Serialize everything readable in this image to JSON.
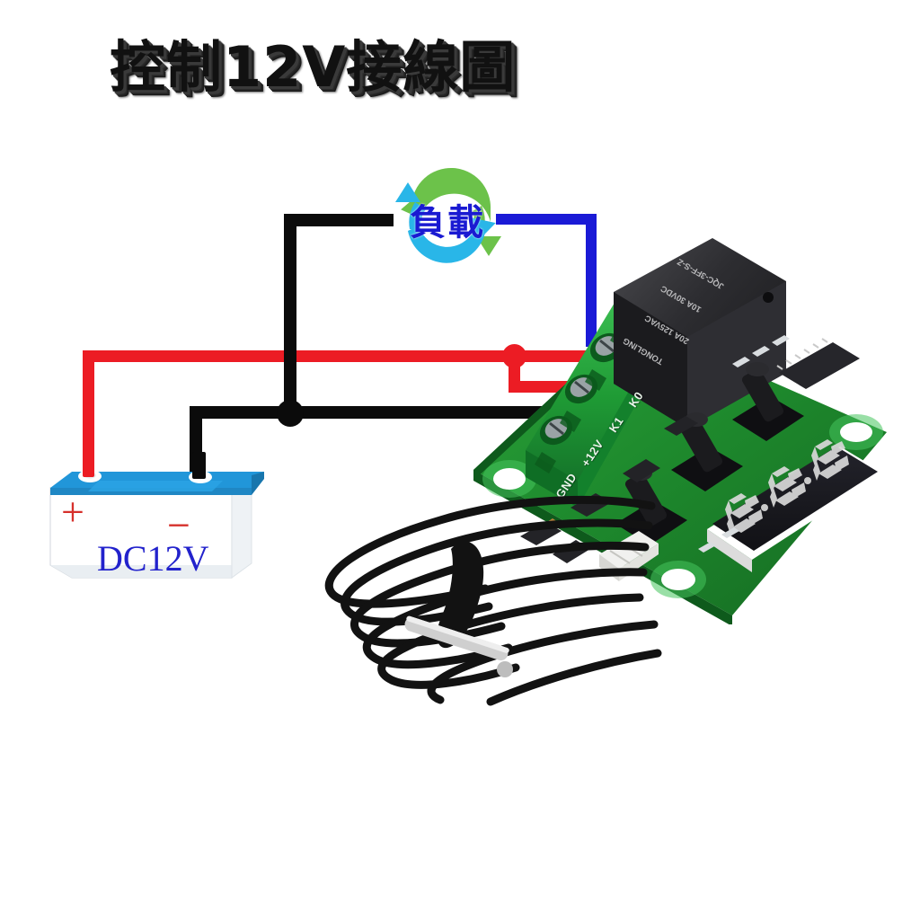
{
  "title": "控制12V接線圖",
  "load": {
    "label": "負載",
    "icon": "recycle-arrows-icon",
    "colors": {
      "green": "#6cc24a",
      "cyan": "#29b6e8",
      "text": "#1a1ad2"
    }
  },
  "battery": {
    "label": "DC12V",
    "plus": "+",
    "minus": "−",
    "body_color": "#ffffff",
    "top_color": "#2196d9",
    "label_color": "#2222cc",
    "sign_color": "#d6302b"
  },
  "wires": [
    {
      "name": "positive-wire",
      "color": "#ec1c24",
      "from": "battery +",
      "to": "+12V / K0 terminals"
    },
    {
      "name": "negative-wire",
      "color": "#0b0b0b",
      "from": "battery −",
      "to": "GND terminal"
    },
    {
      "name": "load-return-wire",
      "color": "#1a1ad6",
      "from": "load",
      "to": "K1 terminal"
    }
  ],
  "pcb": {
    "name": "W1209 digital thermostat module",
    "board_color": "#1f8b2f",
    "terminal_block_color": "#1f9b35",
    "silkscreen": [
      "GND",
      "+12V",
      "K1",
      "K0"
    ],
    "relay": {
      "brand": "TONGLING",
      "lines": [
        "TONGLING",
        "20A 125VAC",
        "10A 30VDC",
        "JQC-3FF-S-Z"
      ]
    },
    "display": {
      "type": "3-digit 7-segment LED",
      "state": "off",
      "digits": [
        "8",
        "8",
        "8"
      ],
      "bezel_color": "#1b1b22",
      "segment_color": "#d9d9d9"
    },
    "buttons": [
      "set-button",
      "up-button",
      "down-button"
    ],
    "connector": "white-jst-connector",
    "mounting_holes": 4
  },
  "sensor": {
    "name": "ntc-temperature-probe",
    "cable_color": "#121212",
    "probe_color": "#c9c9c9"
  }
}
